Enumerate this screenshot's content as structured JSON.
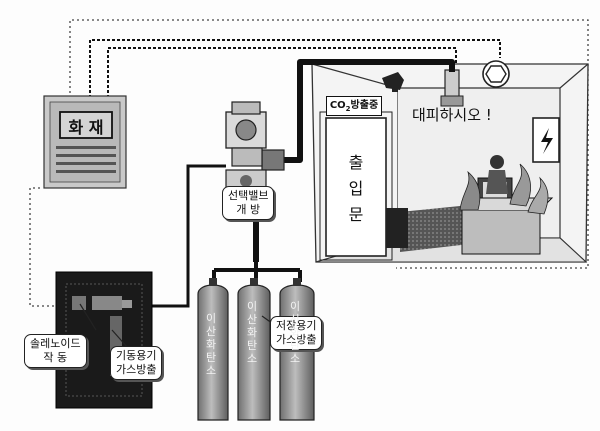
{
  "fire_panel": {
    "label": "화 재"
  },
  "co2_sign": {
    "prefix": "CO",
    "sub": "2",
    "suffix": "방출중"
  },
  "evacuate_text": "대피하시오 !",
  "exit_door": {
    "chars": [
      "출",
      "입",
      "문"
    ]
  },
  "selector_valve_callout": {
    "line1": "선택밸브",
    "line2": "개 방"
  },
  "solenoid_callout": {
    "line1": "솔레노이드",
    "line2": "작 동"
  },
  "start_cylinder_callout": {
    "line1": "기동용기",
    "line2": "가스방출"
  },
  "storage_callout": {
    "line1": "저장용기",
    "line2": "가스방출"
  },
  "cylinders": [
    {
      "text": "이산화탄소"
    },
    {
      "text": "이산화탄소"
    },
    {
      "text": "이산화탄소"
    }
  ],
  "colors": {
    "pipe": "#111111",
    "panel_gray": "#cfcfcf",
    "cylinder_gray": "#a9a9a9",
    "room_line": "#333333"
  }
}
